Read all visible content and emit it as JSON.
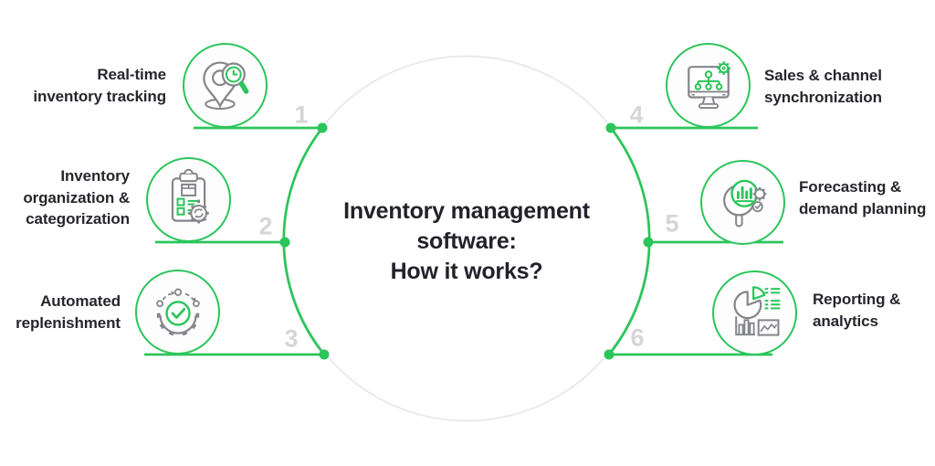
{
  "title": {
    "lines": [
      "Inventory management",
      "software:",
      "How it works?"
    ]
  },
  "colors": {
    "accent_green": "#2BC55B",
    "ring_gray": "#e7e7ea",
    "number_gray": "#d6d6d9",
    "icon_gray": "#85858c",
    "text_dark": "#26262d"
  },
  "items": [
    {
      "number": "1",
      "icon": "map-pin-search-icon",
      "lines": [
        "Real-time",
        "inventory tracking"
      ]
    },
    {
      "number": "2",
      "icon": "clipboard-gear-icon",
      "lines": [
        "Inventory",
        "organization &",
        "categorization"
      ]
    },
    {
      "number": "3",
      "icon": "gear-check-cycle-icon",
      "lines": [
        "Automated",
        "replenishment"
      ]
    },
    {
      "number": "4",
      "icon": "monitor-network-gear-icon",
      "lines": [
        "Sales & channel",
        "synchronization"
      ]
    },
    {
      "number": "5",
      "icon": "magnifier-chart-gear-icon",
      "lines": [
        "Forecasting &",
        "demand planning"
      ]
    },
    {
      "number": "6",
      "icon": "pie-bar-line-charts-icon",
      "lines": [
        "Reporting &",
        "analytics"
      ]
    }
  ]
}
